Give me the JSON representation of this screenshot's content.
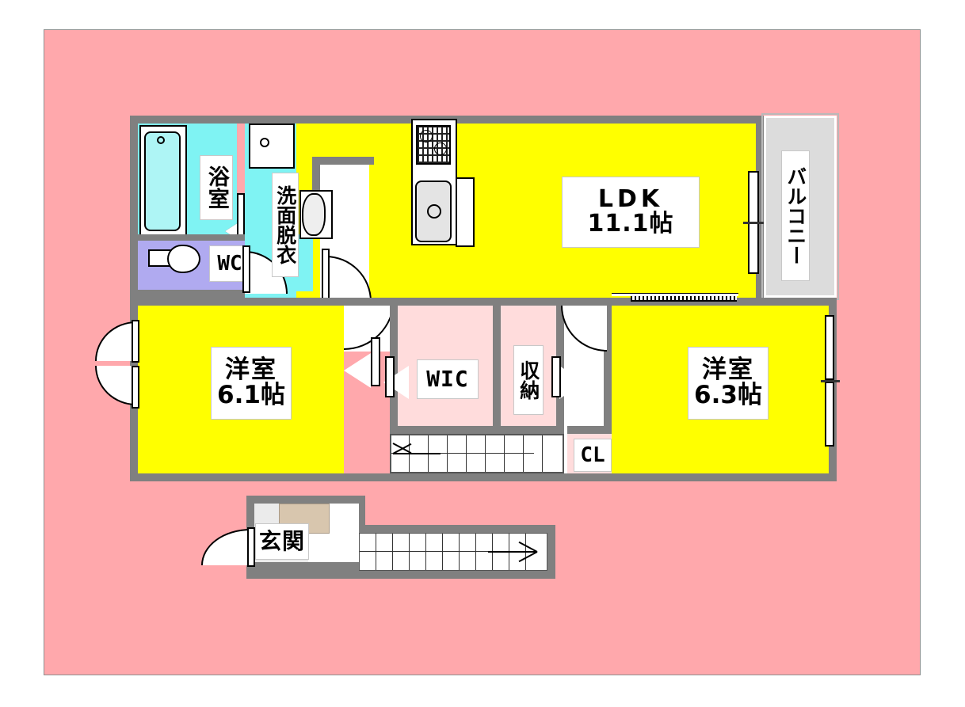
{
  "plan": {
    "title": "2LDK Apartment Floor Plan",
    "colors": {
      "background": "#ffa8ac",
      "wall": "#808080",
      "living_floor": "#ffff00",
      "closet_floor": "#ffdcdc",
      "wet_floor": "#7ff3f3",
      "wc_floor": "#b0aaf0",
      "balcony_floor": "#dcdcdc",
      "entrance_floor": "#ebebeb",
      "shoebox": "#d8c6ae"
    }
  },
  "rooms": {
    "ldk": {
      "name": "LDK",
      "size": "11.1帖"
    },
    "bedroom1": {
      "name": "洋室",
      "size": "6.1帖"
    },
    "bedroom2": {
      "name": "洋室",
      "size": "6.3帖"
    },
    "bath": {
      "name": "浴室"
    },
    "washroom": {
      "name": "洗面脱衣"
    },
    "wc": {
      "name": "WC"
    },
    "wic": {
      "name": "WIC"
    },
    "storage": {
      "name": "収納"
    },
    "closet": {
      "name": "CL"
    },
    "balcony": {
      "name": "バルコニー"
    },
    "entrance": {
      "name": "玄関"
    }
  },
  "fixtures": {
    "bathtub": "bathtub-icon",
    "toilet": "toilet-icon",
    "washbasin": "washbasin-icon",
    "washing_machine": "washing-machine-icon",
    "cooktop": "gas-cooktop-icon",
    "kitchen_sink": "kitchen-sink-icon",
    "shoebox": "shoe-cabinet-icon"
  },
  "stairs": {
    "interior": {
      "name": "interior-stairs",
      "steps": 9,
      "direction": "left"
    },
    "exterior": {
      "name": "exterior-stairs",
      "steps": 11,
      "direction": "right"
    }
  }
}
